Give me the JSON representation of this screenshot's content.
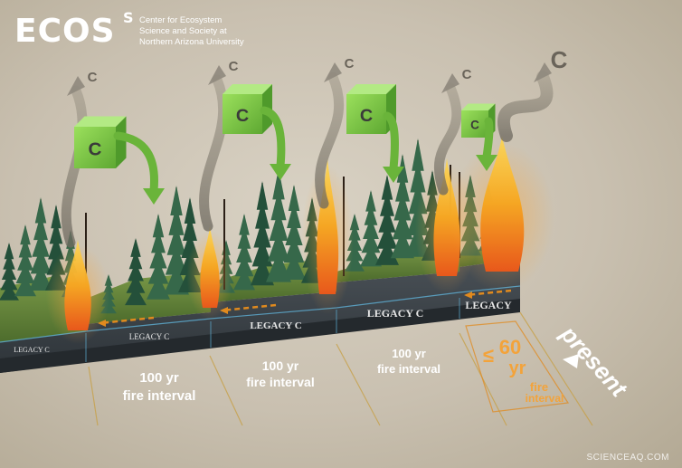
{
  "header": {
    "logo_text": "ECOS",
    "logo_superscript": "S",
    "org_lines": [
      "Center for Ecosystem",
      "Science and Society at",
      "Northern Arizona University"
    ]
  },
  "carbon_symbol": "C",
  "legacy_label": "LEGACY C",
  "legacy_label_truncated": "LEGACY",
  "intervals": [
    {
      "line1": "100 yr",
      "line2": "fire interval"
    },
    {
      "line1": "100 yr",
      "line2": "fire interval"
    },
    {
      "line1": "100 yr",
      "line2": "fire interval"
    }
  ],
  "recent_interval": {
    "symbol": "≤",
    "value": "60",
    "unit": "yr",
    "line1": "fire",
    "line2": "interval"
  },
  "present_label": "present",
  "watermark": "SCIENCEAQ.COM",
  "colors": {
    "cube": "#7dc242",
    "cube_text": "#3a3a3a",
    "arrow_green": "#6ab43a",
    "smoke": "#8f887d",
    "fire": "#f29a1e",
    "slab": "#3c4248",
    "slab_edge": "#5fb0d6",
    "legacy_arrow": "#e08a1e",
    "interval_text": "#ffffff",
    "recent_text": "#f3a33a",
    "dark_tree": "#2f5e3a"
  }
}
